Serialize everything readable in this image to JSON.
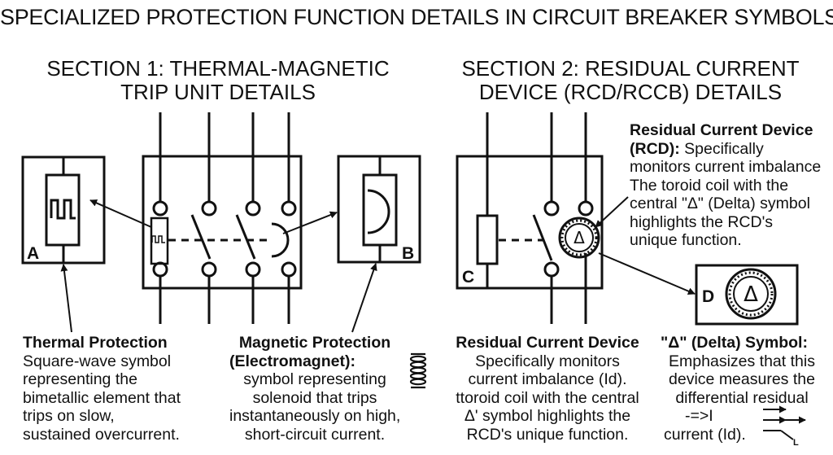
{
  "title": "SPECIALIZED PROTECTION FUNCTION DETAILS IN CIRCUIT BREAKER SYMBOLS",
  "section1": {
    "line1": "SECTION 1: THERMAL-MAGNETIC",
    "line2": "TRIP UNIT DETAILS"
  },
  "section2": {
    "line1": "SECTION 2: RESIDUAL CURRENT",
    "line2": "DEVICE (RCD/RCCB) DETAILS"
  },
  "labels": {
    "a": "A",
    "b": "B",
    "c": "C",
    "d": "D"
  },
  "delta_symbol": "Δ",
  "rcd_note": {
    "title1": "Residual Current Device",
    "title2": "(RCD):",
    "l1": " Specifically",
    "l2": "monitors current imbalance",
    "l3": "The toroid coil with the",
    "l4": "central \"Δ\" (Delta) symbol",
    "l5": "highlights the RCD's",
    "l6": "unique function."
  },
  "captions": {
    "thermal": {
      "title": "Thermal Protection",
      "l1": "Square-wave symbol",
      "l2": "representing the",
      "l3": "bimetallic element that",
      "l4": "trips on slow,",
      "l5": "sustained overcurrent."
    },
    "magnetic": {
      "title1": "Magnetic Protection",
      "title2": "(Electromagnet):",
      "l1": "symbol representing",
      "l2": "solenoid that trips",
      "l3": "instantaneously on high,",
      "l4": "short-circuit current."
    },
    "rcd": {
      "title": "Residual Current Device",
      "l1": "Specifically monitors",
      "l2": "current imbalance (Id).",
      "l3": "ttoroid coil with the central",
      "l4": "Δ' symbol highlights the",
      "l5": "RCD's unique function."
    },
    "delta": {
      "title": "\"Δ\" (Delta) Symbol:",
      "l1": "Emphasizes that this",
      "l2": "device measures the",
      "l3": "differential residual",
      "l4": "-=>I",
      "l5": "current (Id).",
      "l_small": "L"
    }
  }
}
